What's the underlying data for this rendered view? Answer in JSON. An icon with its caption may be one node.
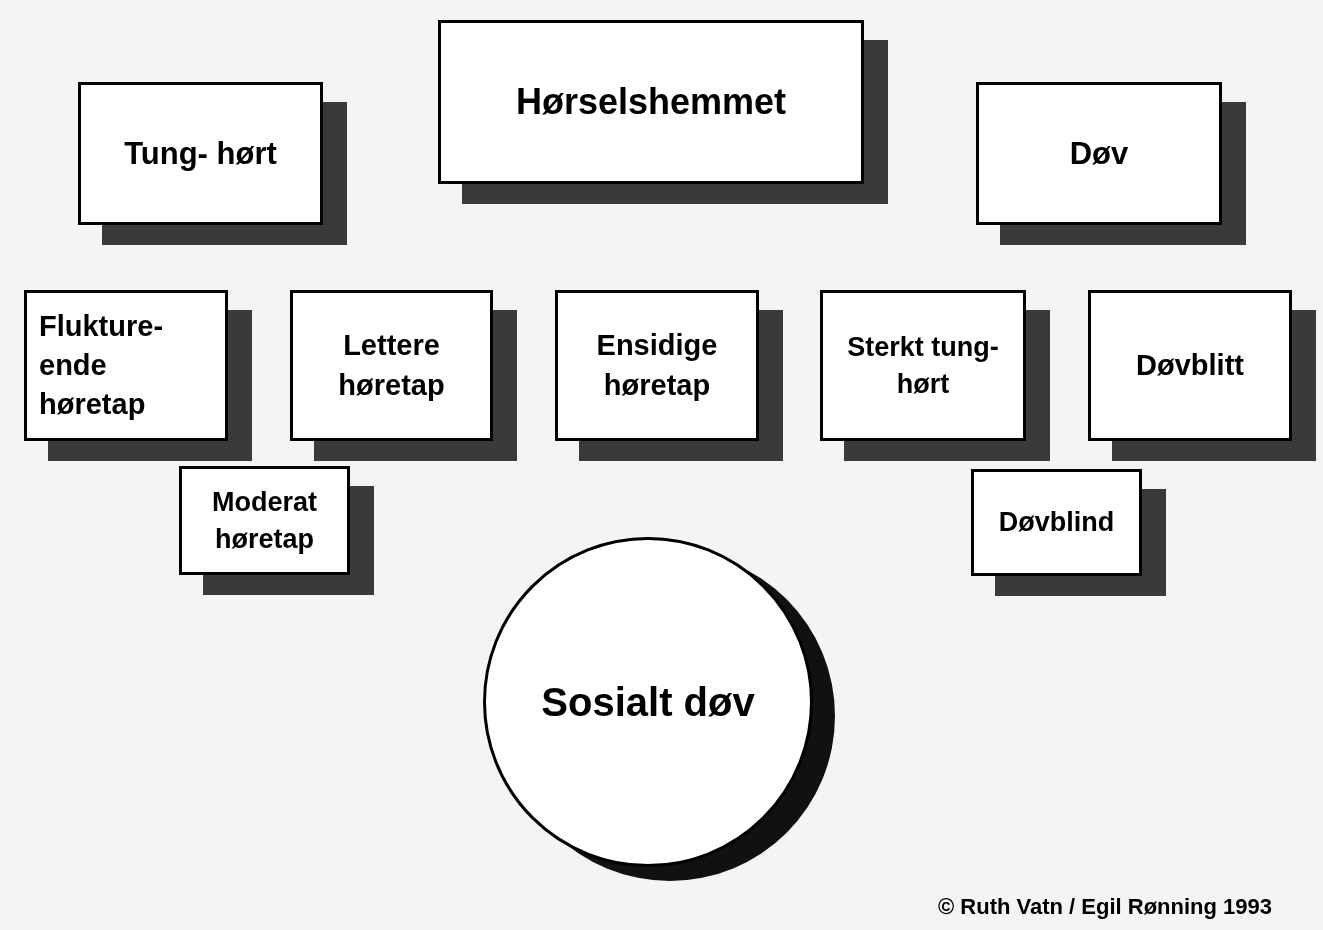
{
  "diagram": {
    "nodes": [
      {
        "text": [
          "Hørselshemmet"
        ]
      },
      {
        "text": [
          "Tung- hørt"
        ]
      },
      {
        "text": [
          "Døv"
        ]
      },
      {
        "text": [
          "Flukture- ende høretap"
        ]
      },
      {
        "text": [
          "Lettere høretap"
        ]
      },
      {
        "text": [
          "Ensidige høretap"
        ]
      },
      {
        "text": [
          "Sterkt tung- hørt"
        ]
      },
      {
        "text": [
          "Døvblitt"
        ]
      },
      {
        "text": [
          "Moderat høretap"
        ]
      },
      {
        "text": [
          "Døvblind"
        ]
      },
      {
        "text": [
          "Sosialt døv"
        ]
      }
    ],
    "edges": [],
    "labels": [
      "© Ruth Vatn / Egil Rønning 1993"
    ]
  }
}
